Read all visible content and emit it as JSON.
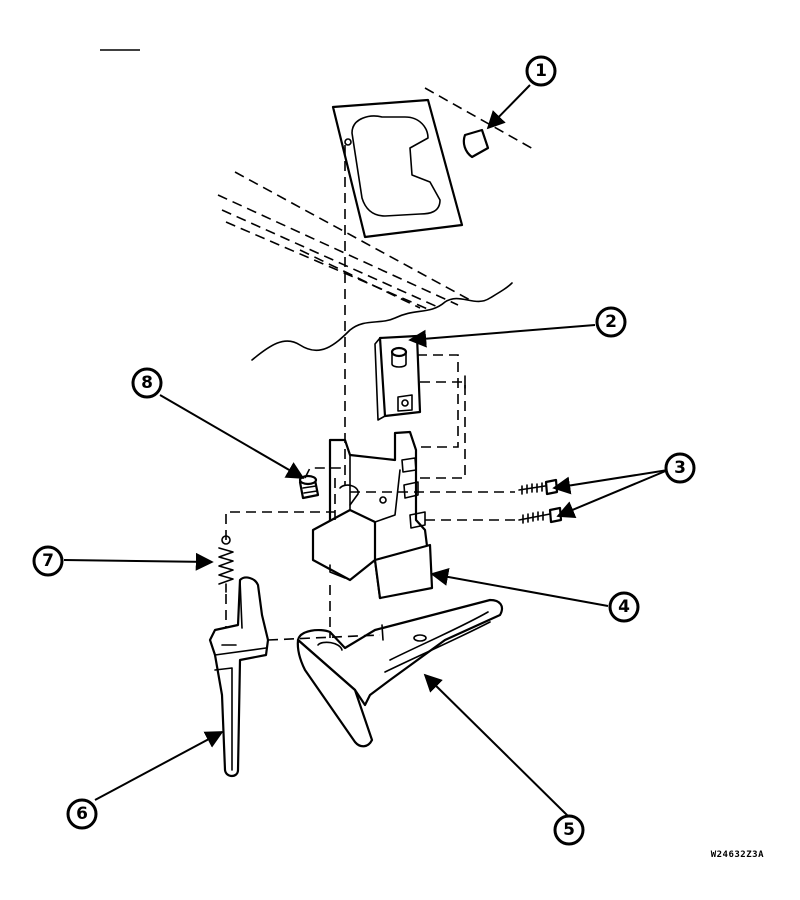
{
  "callouts": [
    {
      "id": "callout-1",
      "label": "1"
    },
    {
      "id": "callout-2",
      "label": "2"
    },
    {
      "id": "callout-3",
      "label": "3"
    },
    {
      "id": "callout-4",
      "label": "4"
    },
    {
      "id": "callout-5",
      "label": "5"
    },
    {
      "id": "callout-6",
      "label": "6"
    },
    {
      "id": "callout-7",
      "label": "7"
    },
    {
      "id": "callout-8",
      "label": "8"
    }
  ],
  "drawing_code": "W24632Z3A"
}
